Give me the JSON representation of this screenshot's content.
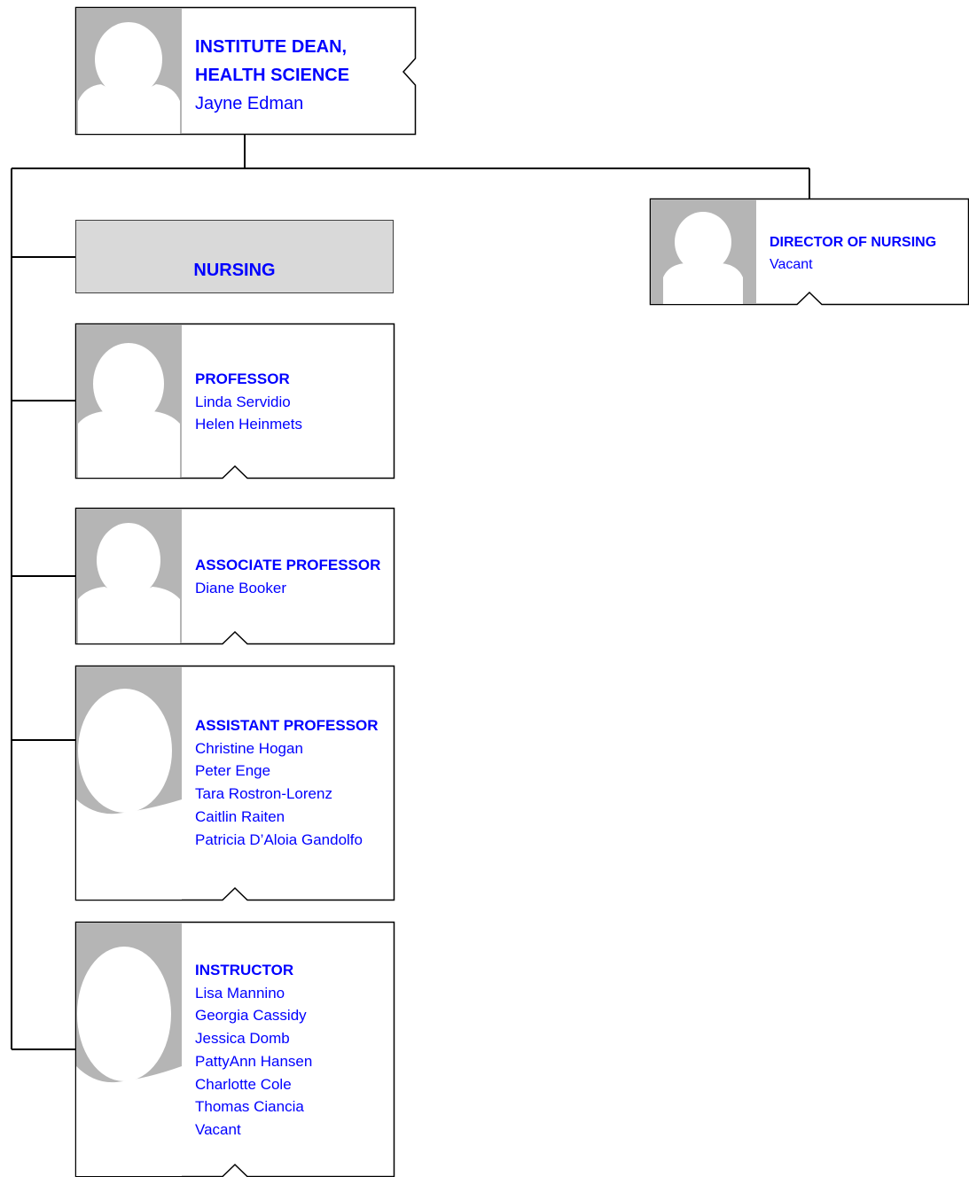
{
  "org": {
    "dean": {
      "title_line1": "INSTITUTE DEAN,",
      "title_line2": "HEALTH SCIENCE",
      "name": "Jayne Edman"
    },
    "department": {
      "label": "NURSING"
    },
    "director": {
      "title": "DIRECTOR OF NURSING",
      "name": "Vacant"
    },
    "positions": [
      {
        "title": "PROFESSOR",
        "names": [
          "Linda Servidio",
          "Helen Heinmets"
        ]
      },
      {
        "title": "ASSOCIATE PROFESSOR",
        "names": [
          "Diane Booker"
        ]
      },
      {
        "title": "ASSISTANT PROFESSOR",
        "names": [
          "Christine Hogan",
          "Peter Enge",
          "Tara Rostron-Lorenz",
          "Caitlin Raiten",
          "Patricia D’Aloia Gandolfo"
        ]
      },
      {
        "title": "INSTRUCTOR",
        "names": [
          "Lisa Mannino",
          "Georgia Cassidy",
          "Jessica Domb",
          "PattyAnn Hansen",
          "Charlotte Cole",
          "Thomas Ciancia",
          "Vacant"
        ]
      }
    ]
  },
  "colors": {
    "text": "#0000ff",
    "avatar_bg": "#b5b5b5",
    "dept_fill": "#d9d9d9",
    "line": "#000000"
  }
}
